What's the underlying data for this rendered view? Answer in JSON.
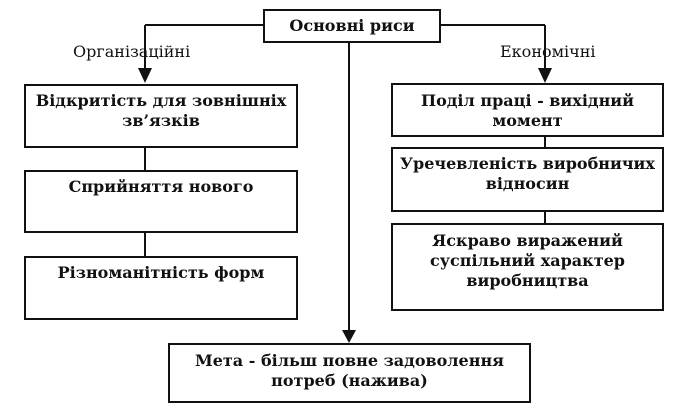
{
  "diagram": {
    "root": "Основні риси",
    "left_branch": {
      "label": "Організаційні",
      "boxes": [
        {
          "line1": "Відкритість для зовнішніх",
          "line2": "зв’язків"
        },
        {
          "line1": "Сприйняття нового"
        },
        {
          "line1": "Різноманітність форм"
        }
      ]
    },
    "right_branch": {
      "label": "Економічні",
      "boxes": [
        {
          "line1": "Поділ праці - вихідний",
          "line2": "момент"
        },
        {
          "line1": "Уречевленість виробничих",
          "line2": "відносин"
        },
        {
          "line1": "Яскраво виражений",
          "line2": "суспільний характер",
          "line3": "виробництва"
        }
      ]
    },
    "goal": {
      "line1": "Мета - більш повне задоволення",
      "line2": "потреб (нажива)"
    }
  }
}
